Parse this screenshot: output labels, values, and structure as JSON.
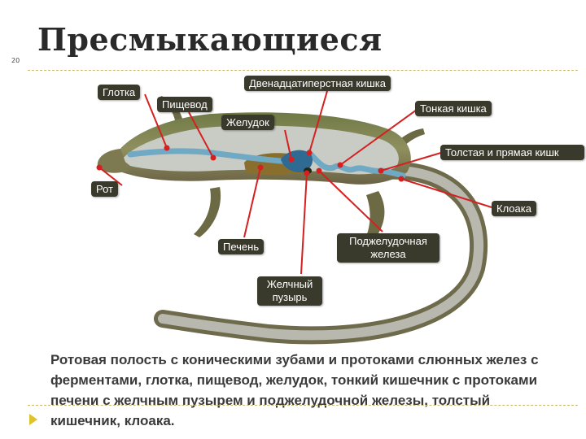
{
  "slide_number": "20",
  "title": "Пресмыкающиеся",
  "labels": {
    "glotka": "Глотка",
    "pishchevod": "Пищевод",
    "dvenadtsatiperstnaya": "Двенадцатиперстная кишка",
    "zheludok": "Желудок",
    "tonkaya": "Тонкая кишка",
    "tolstaya": "Толстая и прямая кишк",
    "rot": "Рот",
    "kloaka": "Клоака",
    "pechen": "Печень",
    "podzheludochnaya": "Поджелудочная железа",
    "zhelchny": "Желчный пузырь"
  },
  "description": "Ротовая полость с коническими зубами и протоками слюнных желез с ферментами, глотка, пищевод, желудок, тонкий кишечник с протоками печени с желчным пузырем и поджелудочной железы, толстый кишечник, клоака.",
  "colors": {
    "label_bg": "#3a3a2c",
    "pointer": "#d42020",
    "bullet": "#e0c12e"
  },
  "icons": {
    "bullet": "triangle-bullet-icon"
  }
}
